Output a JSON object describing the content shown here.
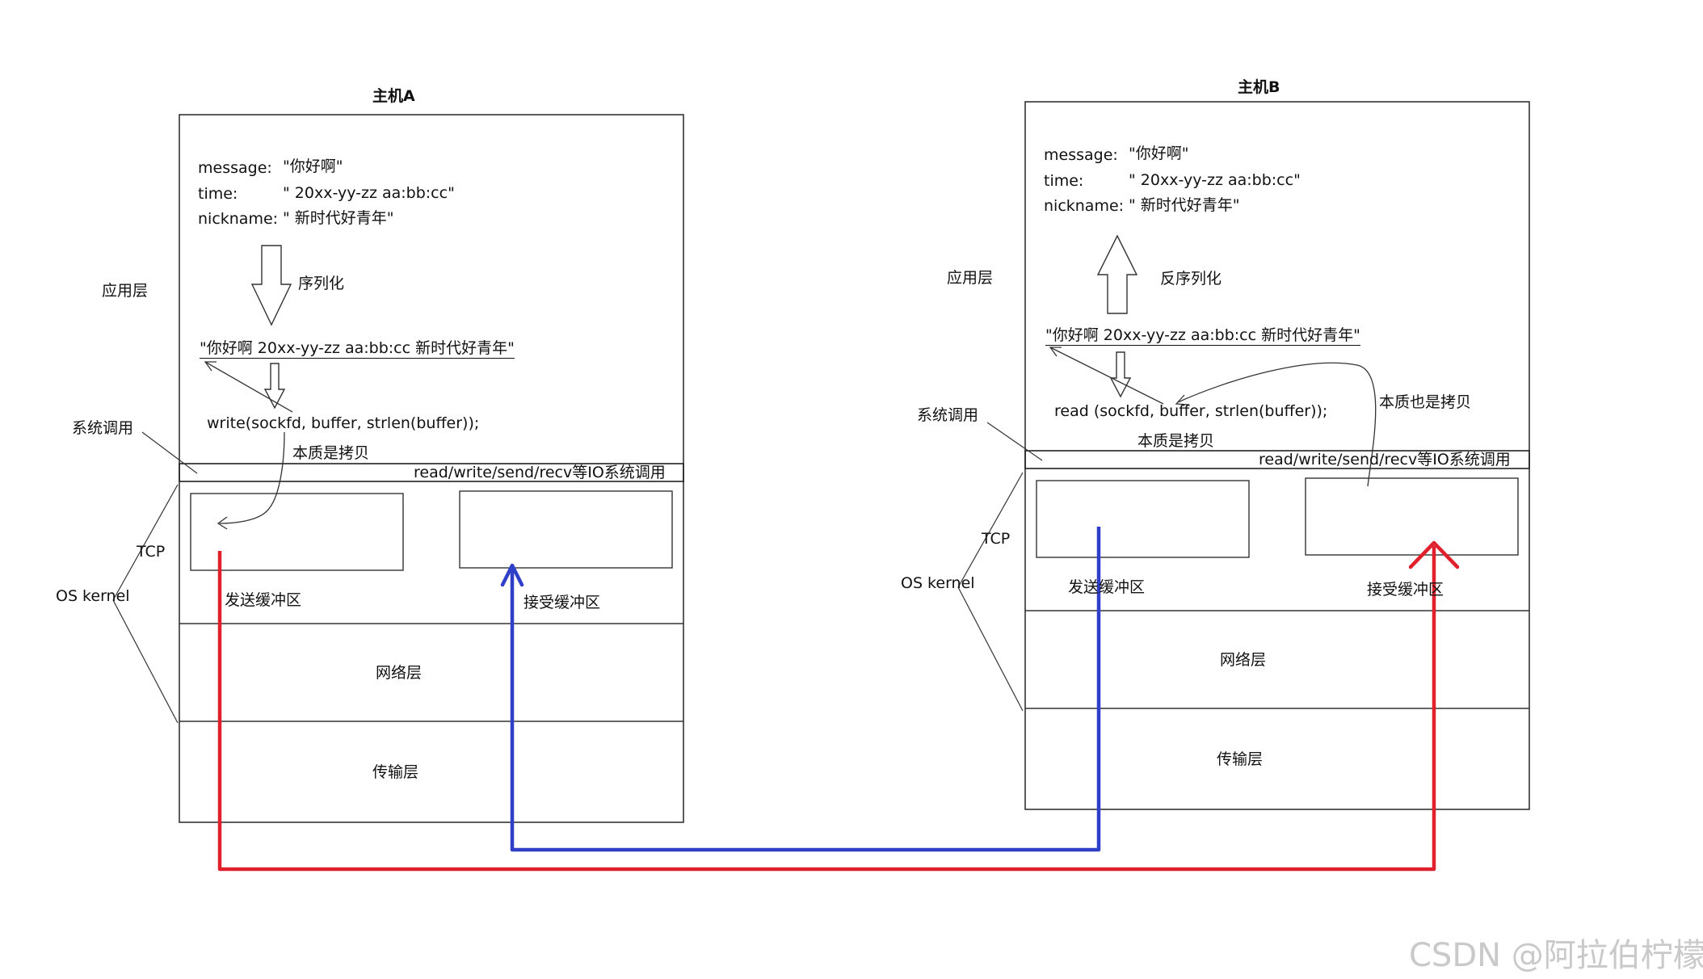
{
  "host_a": {
    "title": "主机A",
    "message_key": "message:",
    "message_val": "\"你好啊\"",
    "time_key": "time:",
    "time_val": "\" 20xx-yy-zz aa:bb:cc\"",
    "nickname_key": "nickname:",
    "nickname_val": "\" 新时代好青年\"",
    "step_label": "序列化",
    "serialized": "\"你好啊 20xx-yy-zz aa:bb:cc 新时代好青年\"",
    "call": "write(sockfd, buffer, strlen(buffer));",
    "copy_note": "本质是拷贝",
    "syscall_bar": "read/write/send/recv等IO系统调用",
    "send_buffer": "发送缓冲区",
    "recv_buffer": "接受缓冲区",
    "network_layer": "网络层",
    "transport_layer": "传输层",
    "side_app_layer": "应用层",
    "side_syscall": "系统调用",
    "side_tcp": "TCP",
    "side_os_kernel": "OS kernel"
  },
  "host_b": {
    "title": "主机B",
    "message_key": "message:",
    "message_val": "\"你好啊\"",
    "time_key": "time:",
    "time_val": "\" 20xx-yy-zz aa:bb:cc\"",
    "nickname_key": "nickname:",
    "nickname_val": "\" 新时代好青年\"",
    "step_label": "反序列化",
    "serialized": "\"你好啊 20xx-yy-zz aa:bb:cc 新时代好青年\"",
    "call": "read (sockfd, buffer, strlen(buffer));",
    "copy_note": "本质是拷贝",
    "copy_note_2": "本质也是拷贝",
    "syscall_bar": "read/write/send/recv等IO系统调用",
    "send_buffer": "发送缓冲区",
    "recv_buffer": "接受缓冲区",
    "network_layer": "网络层",
    "transport_layer": "传输层",
    "side_app_layer": "应用层",
    "side_syscall": "系统调用",
    "side_tcp": "TCP",
    "side_os_kernel": "OS kernel"
  },
  "watermark": "CSDN @阿拉伯柠檬",
  "colors": {
    "flow_a_to_b": "#e0202a",
    "flow_b_to_a": "#2f3fc8",
    "line": "#222222",
    "watermark": "#c9c9c9"
  }
}
